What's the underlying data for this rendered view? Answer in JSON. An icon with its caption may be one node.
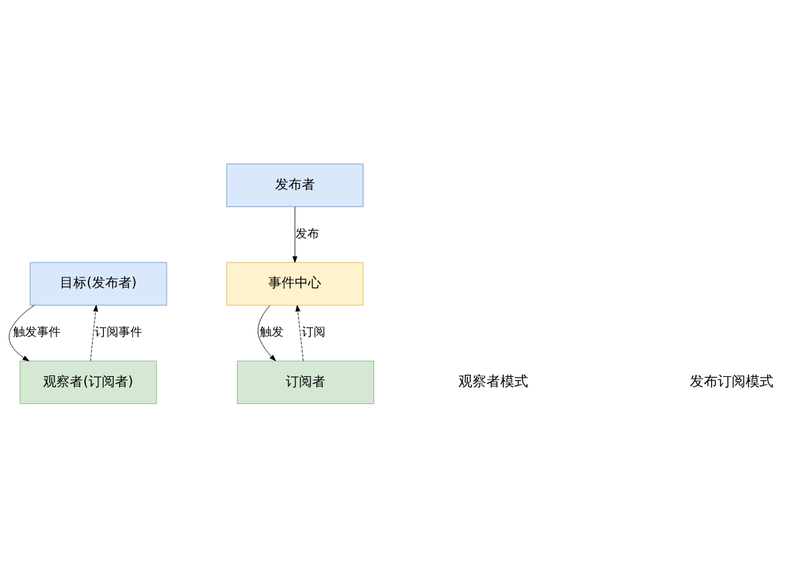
{
  "diagram": {
    "nodes": [
      {
        "text": [
          "目标(发布者)"
        ]
      },
      {
        "text": [
          "观察者(订阅者)"
        ]
      },
      {
        "text": [
          "发布者"
        ]
      },
      {
        "text": [
          "事件中心"
        ]
      },
      {
        "text": [
          "订阅者"
        ]
      }
    ],
    "edges": [
      {
        "from": 0,
        "to": 1,
        "arrow": "to",
        "label": "触发事件"
      },
      {
        "from": 1,
        "to": 0,
        "arrow": "to",
        "label": "订阅事件",
        "style": "dashed"
      },
      {
        "from": 2,
        "to": 3,
        "arrow": "to",
        "label": "发布"
      },
      {
        "from": 3,
        "to": 4,
        "arrow": "to",
        "label": "触发"
      },
      {
        "from": 4,
        "to": 3,
        "arrow": "to",
        "label": "订阅",
        "style": "dashed"
      }
    ],
    "labels": [
      "观察者模式",
      "发布订阅模式"
    ]
  }
}
